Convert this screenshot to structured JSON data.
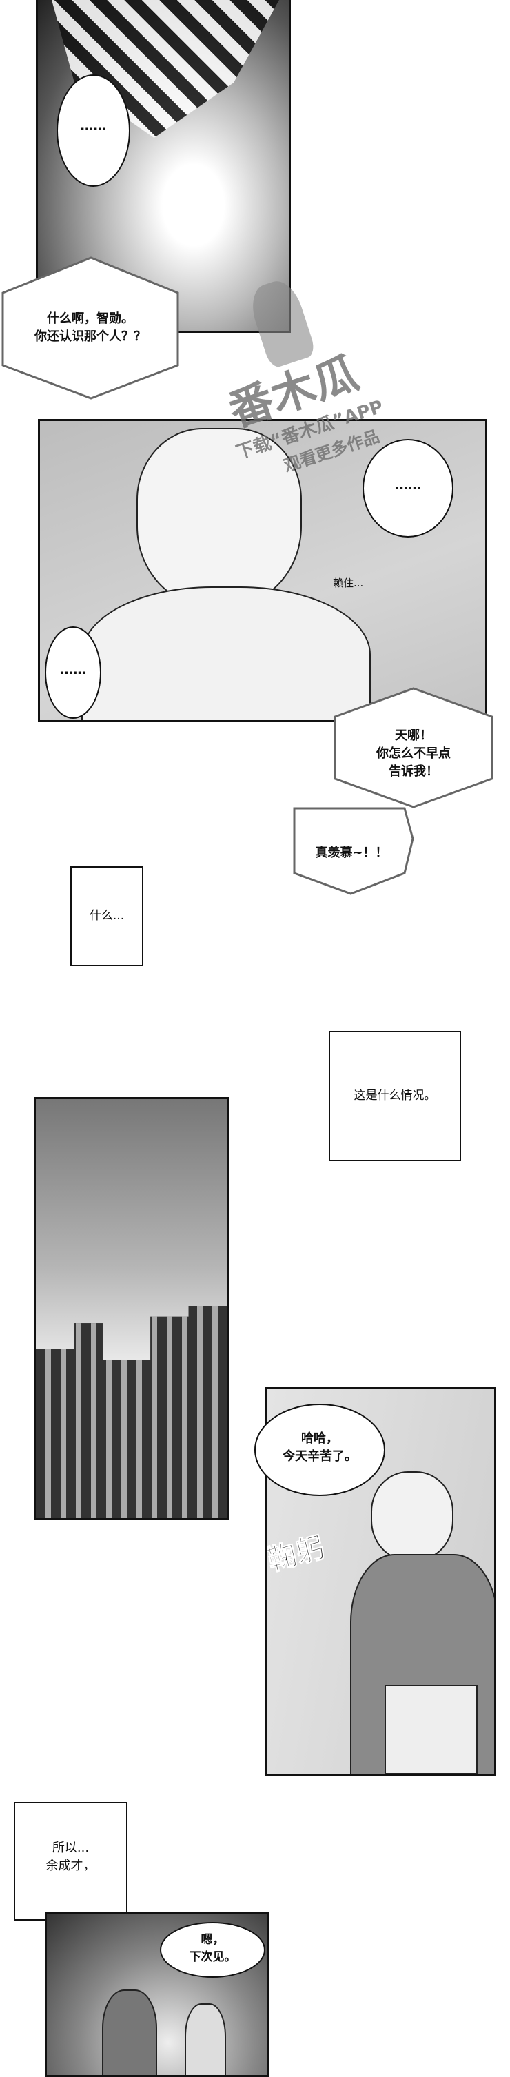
{
  "panels": [
    {
      "id": "panel-1",
      "bubbles": [
        {
          "text": "……"
        }
      ]
    },
    {
      "id": "panel-2",
      "bubbles": [
        {
          "text": "……"
        },
        {
          "text": "……"
        }
      ],
      "sfx": "赖住..."
    }
  ],
  "captions": {
    "hex1": "什么啊，智勋。\n你还认识那个人？？",
    "hex2": "天哪！\n你怎么不早点\n告诉我！",
    "hex3": "真羡慕~！！",
    "box1": "什么...",
    "box2": "这是什么情况。",
    "box3": "所以...\n余成才，"
  },
  "panel_man": {
    "bubble": "哈哈，\n今天辛苦了。",
    "sfx": "鞠躬"
  },
  "panel_last": {
    "bubble": "嗯，\n下次见。"
  },
  "watermark": {
    "logo": "番木瓜",
    "line1": "下载“番木瓜”APP",
    "line2": "观看更多作品"
  }
}
